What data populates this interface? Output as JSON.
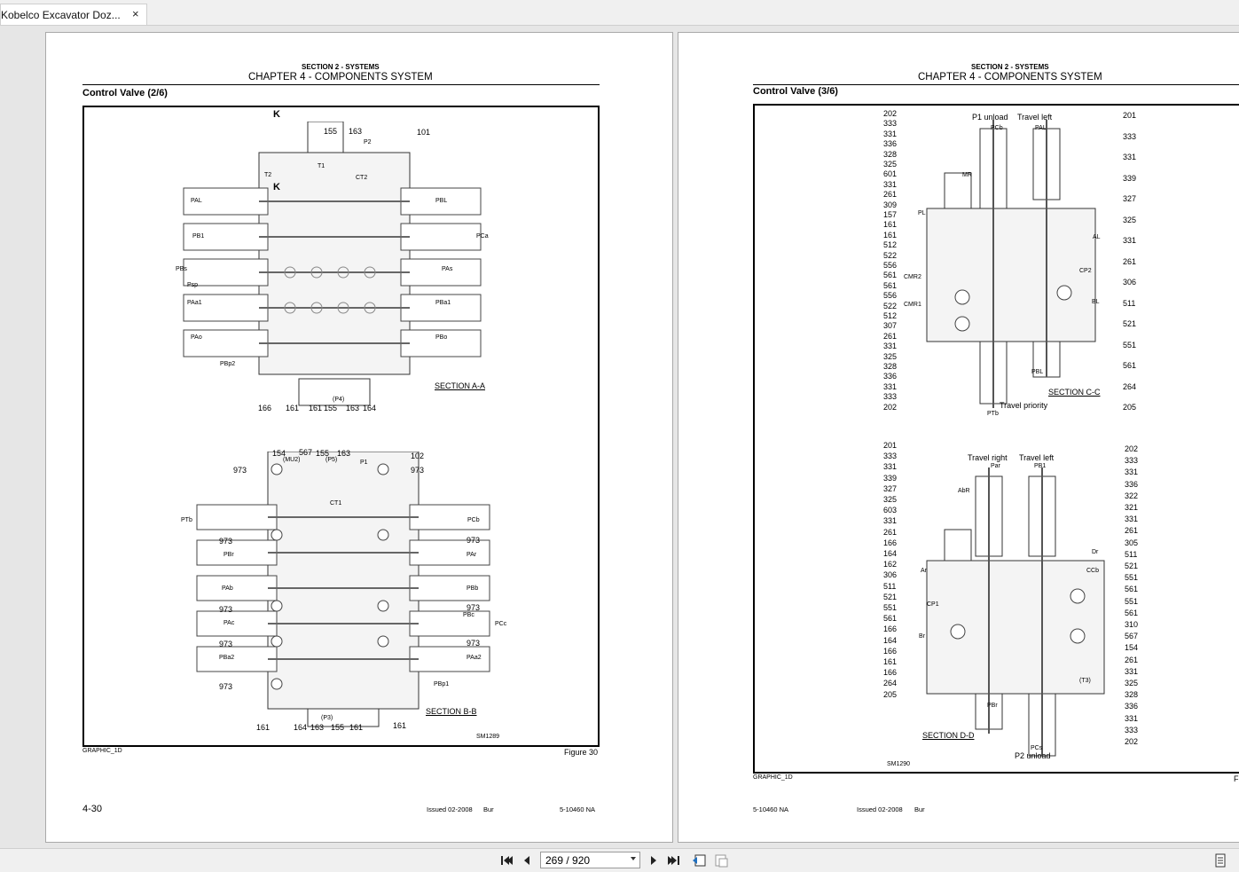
{
  "tab": {
    "title": "Kobelco Excavator Doz...",
    "close": "×"
  },
  "left_page": {
    "section": "SECTION 2 - SYSTEMS",
    "chapter": "CHAPTER 4 - COMPONENTS SYSTEM",
    "title": "Control Valve (2/6)",
    "graphic": "GRAPHIC_1D",
    "figure": "Figure 30",
    "page_num": "4-30",
    "issued": "Issued 02-2008",
    "bur": "Bur",
    "doc": "5-10460 NA",
    "sm": "SM1289",
    "section_aa": "SECTION A-A",
    "section_bb": "SECTION B-B",
    "k_label": "K",
    "labels_a": {
      "l155": "155",
      "l163": "163",
      "l101": "101",
      "p2": "P2",
      "t1": "T1",
      "t2": "T2",
      "ct2": "CT2",
      "pal": "PAL",
      "pbl": "PBL",
      "pb1": "PB1",
      "pca": "PCa",
      "pbs": "PBs",
      "pas": "PAs",
      "psp": "Psp",
      "paa1": "PAa1",
      "pba1": "PBa1",
      "pao": "PAo",
      "pbo": "PBo",
      "pbp2": "PBp2",
      "b166": "166",
      "b161a": "161",
      "b161b": "161",
      "b155": "155",
      "b163": "163",
      "b164": "164",
      "p4": "(P4)"
    },
    "labels_b": {
      "l154": "154",
      "l567": "567",
      "l155": "155",
      "l163": "163",
      "mu2": "(MU2)",
      "p5": "(P5)",
      "p1": "P1",
      "l102": "102",
      "l973": "973",
      "ct1": "CT1",
      "ptb": "PTb",
      "pcb": "PCb",
      "pbr": "PBr",
      "par": "PAr",
      "pab": "PAb",
      "pbb": "PBb",
      "pac": "PAc",
      "pbc": "PBc",
      "pcc": "PCc",
      "pba2": "PBa2",
      "paa2": "PAa2",
      "pbp1": "PBp1",
      "b161a": "161",
      "b164": "164",
      "b163": "163",
      "b155": "155",
      "b161b": "161",
      "b161c": "161",
      "p3": "(P3)"
    }
  },
  "right_page": {
    "section": "SECTION 2 - SYSTEMS",
    "chapter": "CHAPTER 4 - COMPONENTS SYSTEM",
    "title": "Control Valve (3/6)",
    "graphic": "GRAPHIC_1D",
    "figure_cut": "F",
    "doc": "5-10460 NA",
    "issued": "Issued 02-2008",
    "bur": "Bur",
    "sm": "SM1290",
    "section_cc": "SECTION C-C",
    "section_dd": "SECTION D-D",
    "cc_top": {
      "p1_unload": "P1 unload",
      "travel_left": "Travel left",
      "pcb": "PCb",
      "pal": "PAL",
      "mr": "MR",
      "pl": "PL",
      "al": "AL",
      "cp2": "CP2",
      "cmr2": "CMR2",
      "cmr1": "CMR1",
      "bl": "BL",
      "pbl": "PBL",
      "travel_priority": "Travel priority",
      "ptb": "PTb"
    },
    "cc_left": [
      "202",
      "333",
      "331",
      "336",
      "328",
      "325",
      "601",
      "331",
      "261",
      "309",
      "157",
      "161",
      "161",
      "512",
      "522",
      "556",
      "561",
      "561",
      "556",
      "522",
      "512",
      "307",
      "261",
      "331",
      "325",
      "328",
      "336",
      "331",
      "333",
      "202"
    ],
    "cc_right": [
      "201",
      "333",
      "331",
      "339",
      "327",
      "325",
      "331",
      "261",
      "306",
      "511",
      "521",
      "551",
      "561",
      "264",
      "205"
    ],
    "dd_top": {
      "travel_right": "Travel right",
      "travel_left": "Travel left",
      "par": "Par",
      "pb1": "PB1",
      "abr": "AbR",
      "ar": "Ar",
      "cp1": "CP1",
      "br": "Br",
      "dr": "Dr",
      "ccb": "CCb",
      "t3": "(T3)",
      "pbr": "PBr",
      "pcs": "PCs",
      "p2_unload": "P2 unload"
    },
    "dd_left": [
      "201",
      "333",
      "331",
      "339",
      "327",
      "325",
      "603",
      "331",
      "261",
      "166",
      "164",
      "162",
      "306",
      "511",
      "521",
      "551",
      "561",
      "166",
      "164",
      "166",
      "161",
      "166",
      "264",
      "205"
    ],
    "dd_right": [
      "202",
      "333",
      "331",
      "336",
      "322",
      "321",
      "331",
      "261",
      "305",
      "511",
      "521",
      "551",
      "561",
      "551",
      "561",
      "310",
      "567",
      "154",
      "261",
      "331",
      "325",
      "328",
      "336",
      "331",
      "333",
      "202"
    ]
  },
  "toolbar": {
    "page_value": "269 / 920"
  }
}
